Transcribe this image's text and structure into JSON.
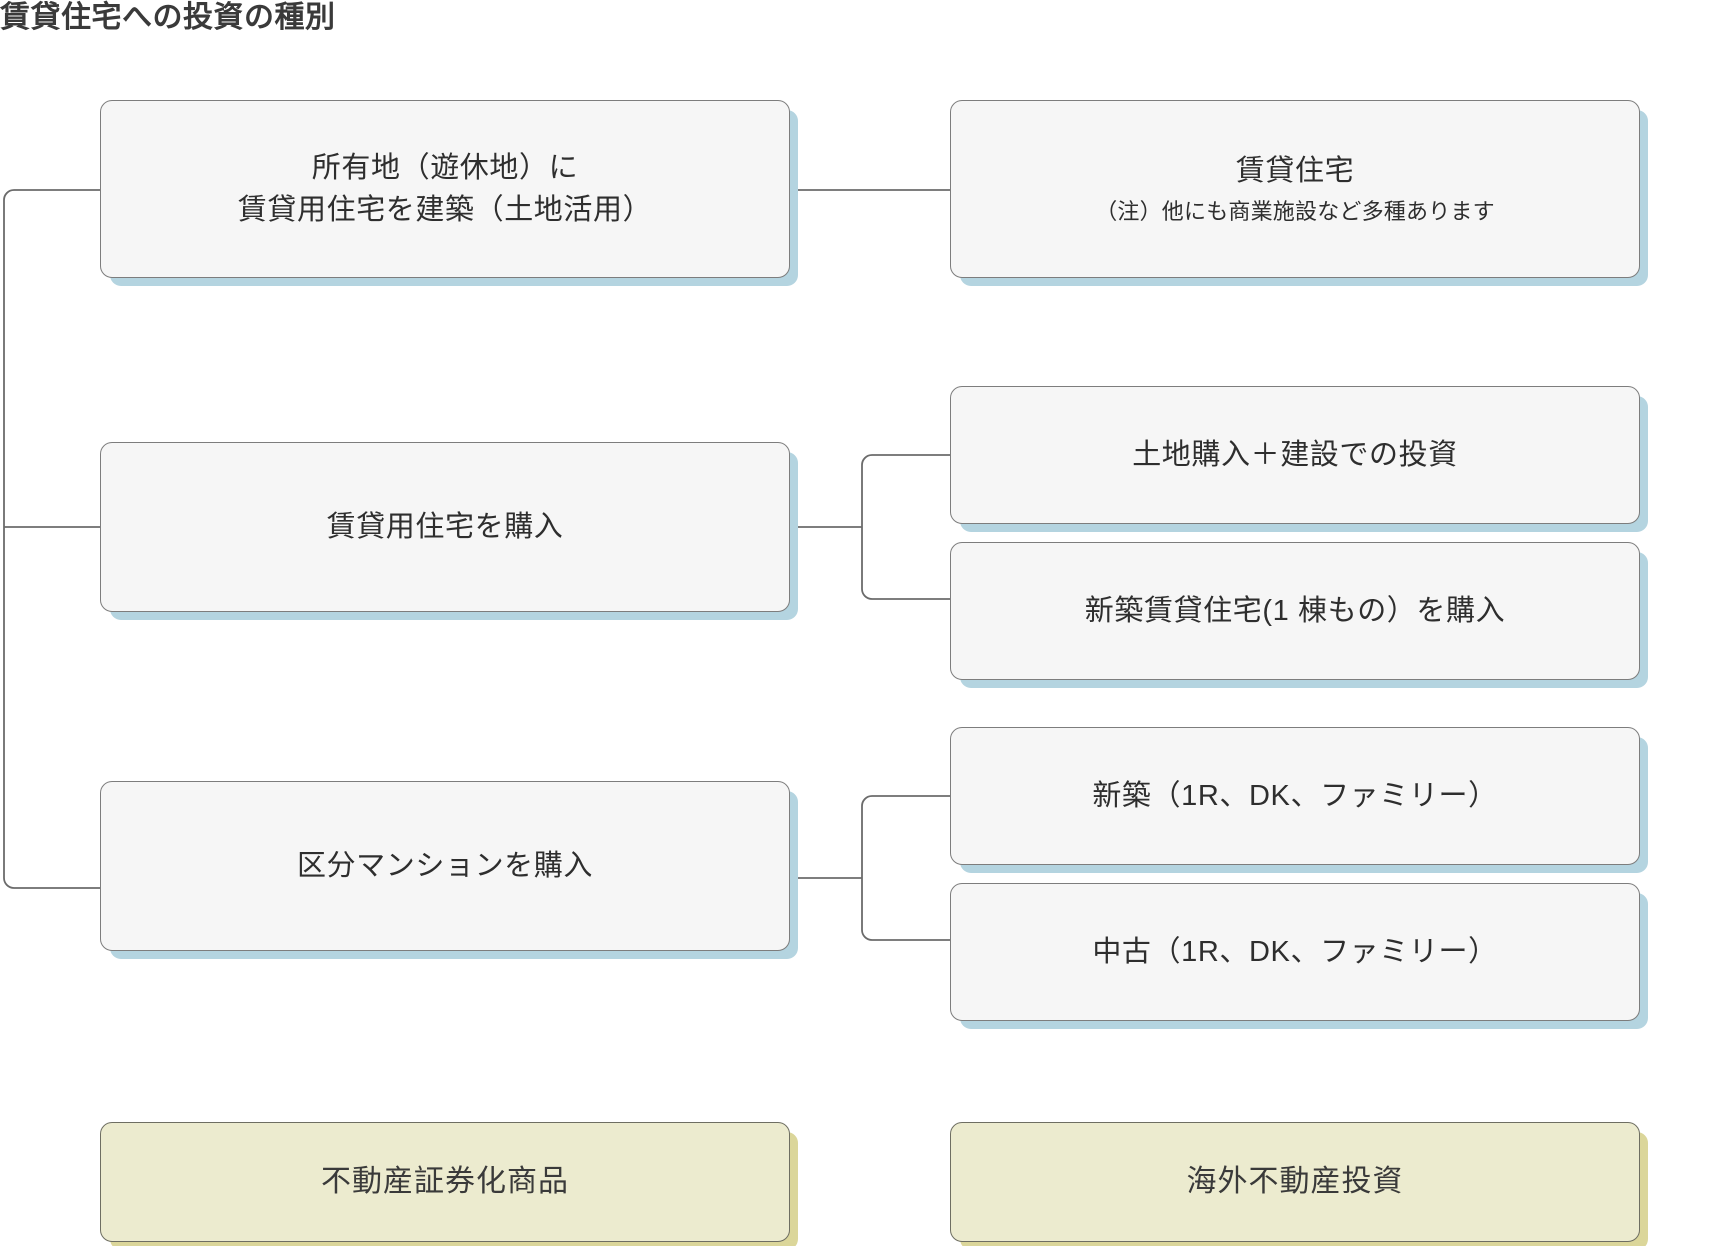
{
  "title": "賃貸住宅への投資の種別",
  "colors": {
    "box_fill": "#f6f6f6",
    "box_border": "#7d7d7d",
    "box_shadow": "#b4d4e0",
    "highlight_fill": "#ecebcf",
    "highlight_shadow": "#dbd69a",
    "connector": "#6b6b6b",
    "text": "#2e2e2e",
    "title_text": "#3a3a3a"
  },
  "diagram": {
    "type": "tree",
    "root_label": "",
    "left_nodes": [
      {
        "id": "land-use",
        "lines": [
          "所有地（遊休地）に",
          "賃貸用住宅を建築（土地活用）"
        ],
        "style": "blue"
      },
      {
        "id": "buy-rental-housing",
        "lines": [
          "賃貸用住宅を購入"
        ],
        "style": "blue"
      },
      {
        "id": "buy-condo-unit",
        "lines": [
          "区分マンションを購入"
        ],
        "style": "blue"
      }
    ],
    "right_nodes": [
      {
        "id": "rental-housing",
        "parent": "land-use",
        "lines": [
          "賃貸住宅"
        ],
        "note": "（注）他にも商業施設など多種あります",
        "style": "blue"
      },
      {
        "id": "land-plus-build",
        "parent": "buy-rental-housing",
        "lines": [
          "土地購入＋建設での投資"
        ],
        "style": "blue"
      },
      {
        "id": "new-whole-building",
        "parent": "buy-rental-housing",
        "lines": [
          "新築賃貸住宅(1 棟もの）を購入"
        ],
        "style": "blue"
      },
      {
        "id": "new-condo",
        "parent": "buy-condo-unit",
        "lines": [
          "新築（1R、DK、ファミリー）"
        ],
        "style": "blue"
      },
      {
        "id": "used-condo",
        "parent": "buy-condo-unit",
        "lines": [
          "中古（1R、DK、ファミリー）"
        ],
        "style": "blue"
      }
    ],
    "bottom_nodes": [
      {
        "id": "securitized-product",
        "lines": [
          "不動産証券化商品"
        ],
        "style": "yellow"
      },
      {
        "id": "overseas-investment",
        "lines": [
          "海外不動産投資"
        ],
        "style": "yellow"
      }
    ]
  }
}
